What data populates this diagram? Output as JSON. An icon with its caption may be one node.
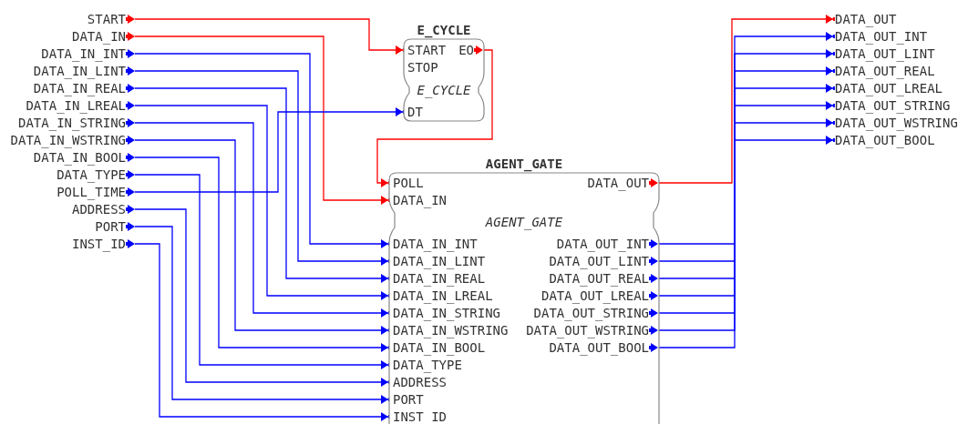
{
  "diagram": {
    "nodes": [
      {
        "text": [
          "START"
        ]
      },
      {
        "text": [
          "DATA_IN"
        ]
      },
      {
        "text": [
          "DATA_IN_INT"
        ]
      },
      {
        "text": [
          "DATA_IN_LINT"
        ]
      },
      {
        "text": [
          "DATA_IN_REAL"
        ]
      },
      {
        "text": [
          "DATA_IN_LREAL"
        ]
      },
      {
        "text": [
          "DATA_IN_STRING"
        ]
      },
      {
        "text": [
          "DATA_IN_WSTRING"
        ]
      },
      {
        "text": [
          "DATA_IN_BOOL"
        ]
      },
      {
        "text": [
          "DATA_TYPE"
        ]
      },
      {
        "text": [
          "POLL_TIME"
        ]
      },
      {
        "text": [
          "ADDRESS"
        ]
      },
      {
        "text": [
          "PORT"
        ]
      },
      {
        "text": [
          "INST_ID"
        ]
      },
      {
        "text": [
          "E_CYCLE",
          "E_CYCLE"
        ]
      },
      {
        "text": [
          "START"
        ],
        "in": 14
      },
      {
        "text": [
          "EO"
        ],
        "in": 14
      },
      {
        "text": [
          "STOP"
        ],
        "in": 14
      },
      {
        "text": [
          "DT"
        ],
        "in": 14
      },
      {
        "text": [
          "AGENT_GATE",
          "AGENT_GATE"
        ]
      },
      {
        "text": [
          "POLL"
        ],
        "in": 19
      },
      {
        "text": [
          "DATA_IN"
        ],
        "in": 19
      },
      {
        "text": [
          "DATA_OUT"
        ],
        "in": 19
      },
      {
        "text": [
          "DATA_IN_INT"
        ],
        "in": 19
      },
      {
        "text": [
          "DATA_OUT_INT"
        ],
        "in": 19
      },
      {
        "text": [
          "DATA_IN_LINT"
        ],
        "in": 19
      },
      {
        "text": [
          "DATA_OUT_LINT"
        ],
        "in": 19
      },
      {
        "text": [
          "DATA_IN_REAL"
        ],
        "in": 19
      },
      {
        "text": [
          "DATA_OUT_REAL"
        ],
        "in": 19
      },
      {
        "text": [
          "DATA_IN_LREAL"
        ],
        "in": 19
      },
      {
        "text": [
          "DATA_OUT_LREAL"
        ],
        "in": 19
      },
      {
        "text": [
          "DATA_IN_STRING"
        ],
        "in": 19
      },
      {
        "text": [
          "DATA_OUT_STRING"
        ],
        "in": 19
      },
      {
        "text": [
          "DATA_IN_WSTRING"
        ],
        "in": 19
      },
      {
        "text": [
          "DATA_OUT_WSTRING"
        ],
        "in": 19
      },
      {
        "text": [
          "DATA_IN_BOOL"
        ],
        "in": 19
      },
      {
        "text": [
          "DATA_OUT_BOOL"
        ],
        "in": 19
      },
      {
        "text": [
          "DATA_TYPE"
        ],
        "in": 19
      },
      {
        "text": [
          "ADDRESS"
        ],
        "in": 19
      },
      {
        "text": [
          "PORT"
        ],
        "in": 19
      },
      {
        "text": [
          "INST_ID"
        ],
        "in": 19
      },
      {
        "text": [
          "DATA_OUT"
        ]
      },
      {
        "text": [
          "DATA_OUT_INT"
        ]
      },
      {
        "text": [
          "DATA_OUT_LINT"
        ]
      },
      {
        "text": [
          "DATA_OUT_REAL"
        ]
      },
      {
        "text": [
          "DATA_OUT_LREAL"
        ]
      },
      {
        "text": [
          "DATA_OUT_STRING"
        ]
      },
      {
        "text": [
          "DATA_OUT_WSTRING"
        ]
      },
      {
        "text": [
          "DATA_OUT_BOOL"
        ]
      }
    ],
    "edges": [
      {
        "from": 0,
        "to": 15,
        "arrow": "to",
        "color": "#ff0000"
      },
      {
        "from": 1,
        "to": 21,
        "arrow": "to",
        "color": "#ff0000"
      },
      {
        "from": 16,
        "to": 20,
        "arrow": "to",
        "color": "#ff0000"
      },
      {
        "from": 22,
        "to": 41,
        "arrow": "to",
        "color": "#ff0000"
      },
      {
        "from": 2,
        "to": 23,
        "arrow": "to"
      },
      {
        "from": 3,
        "to": 25,
        "arrow": "to"
      },
      {
        "from": 4,
        "to": 27,
        "arrow": "to"
      },
      {
        "from": 5,
        "to": 29,
        "arrow": "to"
      },
      {
        "from": 6,
        "to": 31,
        "arrow": "to"
      },
      {
        "from": 7,
        "to": 33,
        "arrow": "to"
      },
      {
        "from": 8,
        "to": 35,
        "arrow": "to"
      },
      {
        "from": 9,
        "to": 37,
        "arrow": "to"
      },
      {
        "from": 10,
        "to": 18,
        "arrow": "to"
      },
      {
        "from": 11,
        "to": 38,
        "arrow": "to"
      },
      {
        "from": 12,
        "to": 39,
        "arrow": "to"
      },
      {
        "from": 13,
        "to": 40,
        "arrow": "to"
      },
      {
        "from": 24,
        "to": 42,
        "arrow": "to"
      },
      {
        "from": 26,
        "to": 43,
        "arrow": "to"
      },
      {
        "from": 28,
        "to": 44,
        "arrow": "to"
      },
      {
        "from": 30,
        "to": 45,
        "arrow": "to"
      },
      {
        "from": 32,
        "to": 46,
        "arrow": "to"
      },
      {
        "from": 34,
        "to": 47,
        "arrow": "to"
      },
      {
        "from": 36,
        "to": 48,
        "arrow": "to"
      }
    ]
  }
}
